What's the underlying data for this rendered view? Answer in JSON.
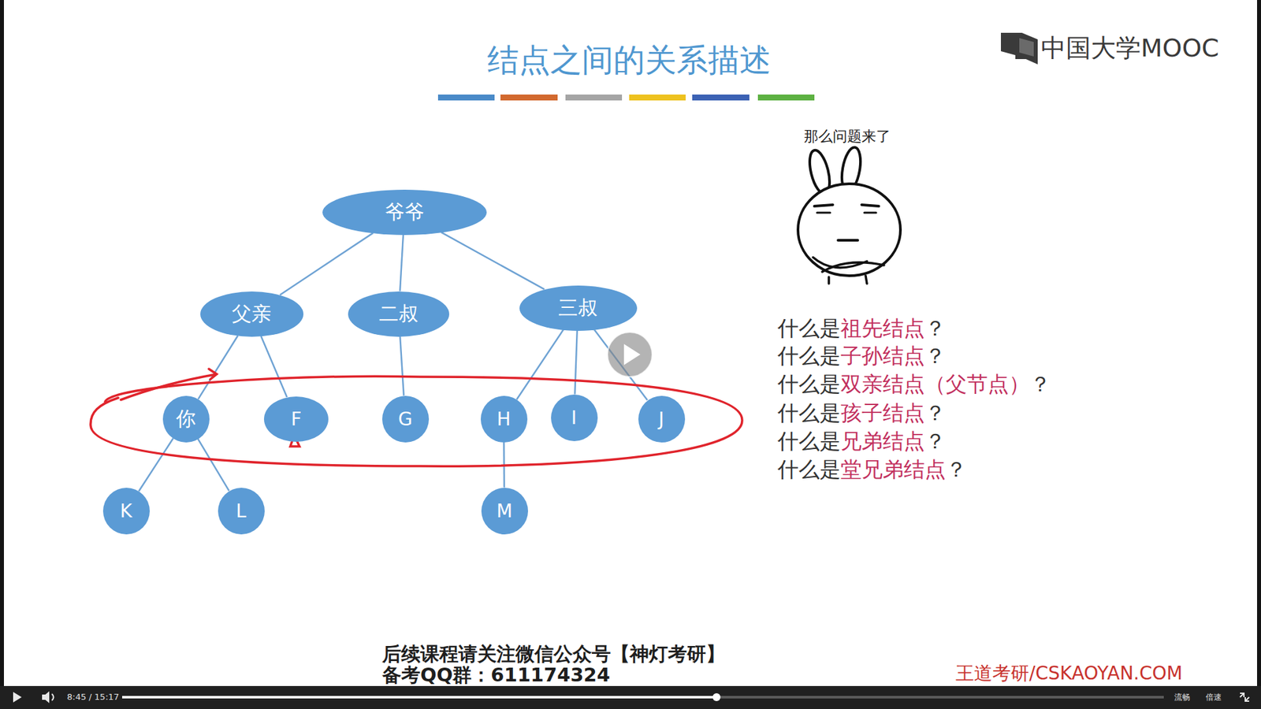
{
  "diagram": {
    "title": "结点之间的关系描述",
    "nodes": [
      {
        "text": [
          "爷爷"
        ]
      },
      {
        "text": [
          "父亲"
        ]
      },
      {
        "text": [
          "二叔"
        ]
      },
      {
        "text": [
          "三叔"
        ]
      },
      {
        "text": [
          "你"
        ]
      },
      {
        "text": [
          "F"
        ]
      },
      {
        "text": [
          "G"
        ]
      },
      {
        "text": [
          "H"
        ]
      },
      {
        "text": [
          "I"
        ]
      },
      {
        "text": [
          "J"
        ]
      },
      {
        "text": [
          "K"
        ]
      },
      {
        "text": [
          "L"
        ]
      },
      {
        "text": [
          "M"
        ]
      }
    ],
    "edges": [
      {
        "from": 0,
        "to": 1,
        "arrow": "none"
      },
      {
        "from": 0,
        "to": 2,
        "arrow": "none"
      },
      {
        "from": 0,
        "to": 3,
        "arrow": "none"
      },
      {
        "from": 1,
        "to": 4,
        "arrow": "none"
      },
      {
        "from": 1,
        "to": 5,
        "arrow": "none"
      },
      {
        "from": 2,
        "to": 6,
        "arrow": "none"
      },
      {
        "from": 3,
        "to": 7,
        "arrow": "none"
      },
      {
        "from": 3,
        "to": 8,
        "arrow": "none"
      },
      {
        "from": 3,
        "to": 9,
        "arrow": "none"
      },
      {
        "from": 4,
        "to": 10,
        "arrow": "none"
      },
      {
        "from": 4,
        "to": 11,
        "arrow": "none"
      },
      {
        "from": 7,
        "to": 12,
        "arrow": "none"
      }
    ],
    "labels": [
      "那么问题来了",
      "什么是",
      "祖先结点",
      "？",
      "什么是",
      "子孙结点",
      "？",
      "什么是",
      "双亲结点（父节点）",
      "？",
      "什么是",
      "孩子结点",
      "？",
      "什么是",
      "兄弟结点",
      "？",
      "什么是",
      "堂兄弟结点",
      "？",
      "中国大学MOOC",
      "后续课程请关注微信公众号【神灯考研】",
      "备考QQ群：611174324",
      "王道考研/CSKAOYAN.COM",
      "8:45 / 15:17",
      "流畅",
      "倍速"
    ]
  }
}
